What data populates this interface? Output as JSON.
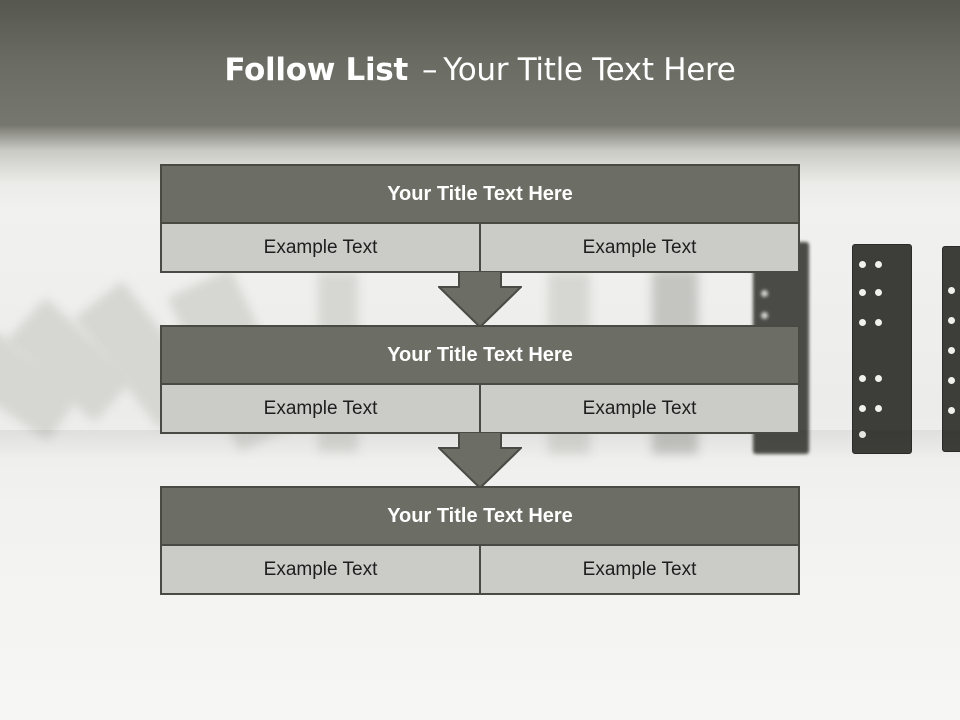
{
  "slide": {
    "title_main": "Follow List",
    "title_dash": "–",
    "title_sub": "Your Title Text Here"
  },
  "blocks": [
    {
      "title": "Your Title Text Here",
      "left": "Example Text",
      "right": "Example Text"
    },
    {
      "title": "Your Title Text Here",
      "left": "Example Text",
      "right": "Example Text"
    },
    {
      "title": "Your Title Text Here",
      "left": "Example Text",
      "right": "Example Text"
    }
  ],
  "colors": {
    "header_fill": "#6c6d64",
    "cell_fill": "#cbcbc8",
    "border": "#4a4a45",
    "arrow_fill": "#6c6d64"
  },
  "icons": [
    "down-arrow-icon",
    "domino-icon"
  ]
}
